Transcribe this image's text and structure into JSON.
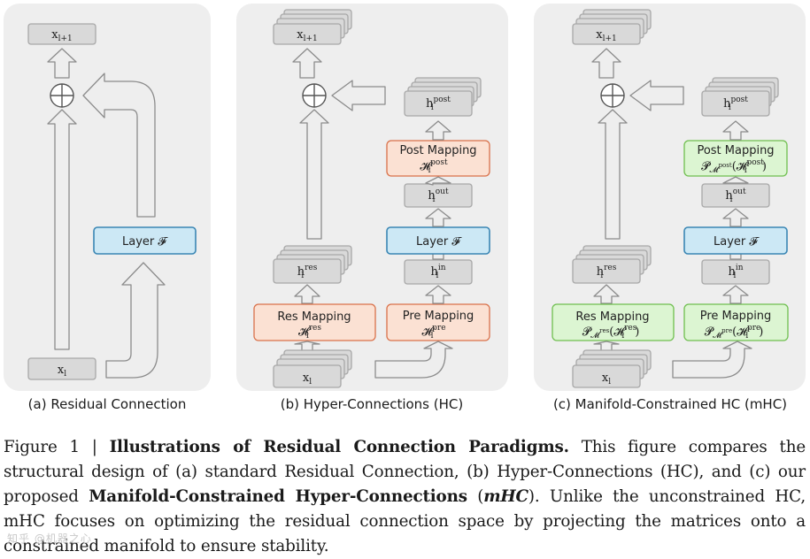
{
  "panels": {
    "a": {
      "label": "(a) Residual Connection",
      "x_in": "x",
      "x_in_sub": "l",
      "x_out": "x",
      "x_out_sub": "l+1",
      "layer": "Layer 𝓕"
    },
    "b": {
      "label": "(b) Hyper-Connections (HC)",
      "x_in": "x",
      "x_in_sub": "l",
      "x_out": "x",
      "x_out_sub": "l+1",
      "res_mapping": "Res Mapping",
      "res_math": "𝓗",
      "res_math_sub": "l",
      "res_math_sup": "res",
      "pre_mapping": "Pre Mapping",
      "pre_math": "𝓗",
      "pre_math_sub": "l",
      "pre_math_sup": "pre",
      "post_mapping": "Post Mapping",
      "post_math": "𝓗",
      "post_math_sub": "l",
      "post_math_sup": "post",
      "layer": "Layer 𝓕",
      "h_res": "h",
      "h_res_sub": "l",
      "h_res_sup": "res",
      "h_in": "h",
      "h_in_sub": "l",
      "h_in_sup": "in",
      "h_out": "h",
      "h_out_sub": "l",
      "h_out_sup": "out",
      "h_post": "h",
      "h_post_sub": "l",
      "h_post_sup": "post"
    },
    "c": {
      "label": "(c) Manifold-Constrained HC (mHC)",
      "x_in": "x",
      "x_in_sub": "l",
      "x_out": "x",
      "x_out_sub": "l+1",
      "res_mapping": "Res Mapping",
      "res_math": "𝓟",
      "res_math_sub": "𝓜",
      "res_math_subsup": "res",
      "res_math_arg": "(𝓗",
      "res_math_arg_sub": "l",
      "res_math_arg_sup": "res",
      "res_math_close": ")",
      "pre_mapping": "Pre Mapping",
      "pre_math": "𝓟",
      "pre_math_sub": "𝓜",
      "pre_math_subsup": "pre",
      "pre_math_arg": "(𝓗",
      "pre_math_arg_sub": "l",
      "pre_math_arg_sup": "pre",
      "pre_math_close": ")",
      "post_mapping": "Post Mapping",
      "post_math": "𝓟",
      "post_math_sub": "𝓜",
      "post_math_subsup": "post",
      "post_math_arg": "(𝓗",
      "post_math_arg_sub": "l",
      "post_math_arg_sup": "post",
      "post_math_close": ")",
      "layer": "Layer 𝓕",
      "h_res": "h",
      "h_res_sub": "l",
      "h_res_sup": "res",
      "h_in": "h",
      "h_in_sub": "l",
      "h_in_sup": "in",
      "h_out": "h",
      "h_out_sub": "l",
      "h_out_sup": "out",
      "h_post": "h",
      "h_post_sub": "l",
      "h_post_sup": "post"
    }
  },
  "caption": {
    "prefix": "Figure 1 | ",
    "title": "Illustrations of Residual Connection Paradigms.",
    "text1": " This figure compares the structural design of (a) standard Residual Connection, (b) Hyper-Connections (HC), and (c) our proposed ",
    "bold2": "Manifold-Constrained Hyper-Connections",
    "text2": " (",
    "bold3": "mHC",
    "text3": "). Unlike the unconstrained HC, mHC focuses on optimizing the residual connection space by projecting the matrices onto a constrained manifold to ensure stability."
  },
  "watermark": "知乎 @机器之心",
  "colors": {
    "panel_bg": "#eeeeee",
    "gray_box": "#d9d9d9",
    "gray_border": "#a8a8a8",
    "layer_fill": "#cce8f5",
    "layer_border": "#3a86b4",
    "hc_fill": "#fbe1d3",
    "hc_border": "#d9714a",
    "mhc_fill": "#dcf5d2",
    "mhc_border": "#6fbf4f",
    "arrow_fill": "#eeeeee",
    "arrow_border": "#8c8c8c"
  }
}
